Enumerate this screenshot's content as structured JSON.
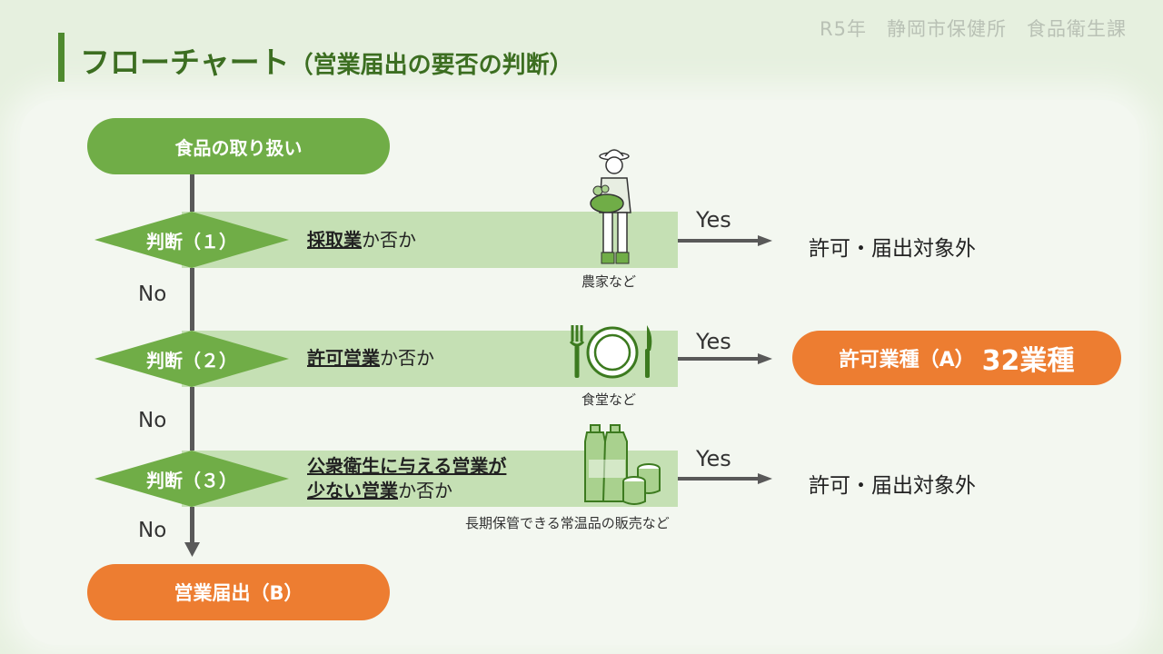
{
  "header": {
    "meta": "R5年　静岡市保健所　食品衛生課",
    "title": "フローチャート",
    "subtitle": "（営業届出の要否の判断）"
  },
  "flow": {
    "start": "食品の取り扱い",
    "end": "営業届出（B）",
    "no_label": "No",
    "yes_label": "Yes",
    "steps": [
      {
        "diamond": "判断（１）",
        "question_bold": "採取業",
        "question_rest": "か否か",
        "result": "許可・届出対象外",
        "caption": "農家など",
        "icon": "farmer-icon"
      },
      {
        "diamond": "判断（２）",
        "question_bold": "許可営業",
        "question_rest": "か否か",
        "result": "許可業種（A）",
        "result_big": "32業種",
        "caption": "食堂など",
        "icon": "fork-plate-knife-icon"
      },
      {
        "diamond": "判断（３）",
        "question_bold": "公衆衛生に与える営業が",
        "question_bold2": "少ない営業",
        "question_rest": "か否か",
        "result": "許可・届出対象外",
        "caption": "長期保管できる常温品の販売など",
        "icon": "bottles-cans-icon"
      }
    ]
  },
  "colors": {
    "green": "#70ad47",
    "light_green": "#c5e0b4",
    "orange": "#ed7d31",
    "dark": "#595959"
  }
}
